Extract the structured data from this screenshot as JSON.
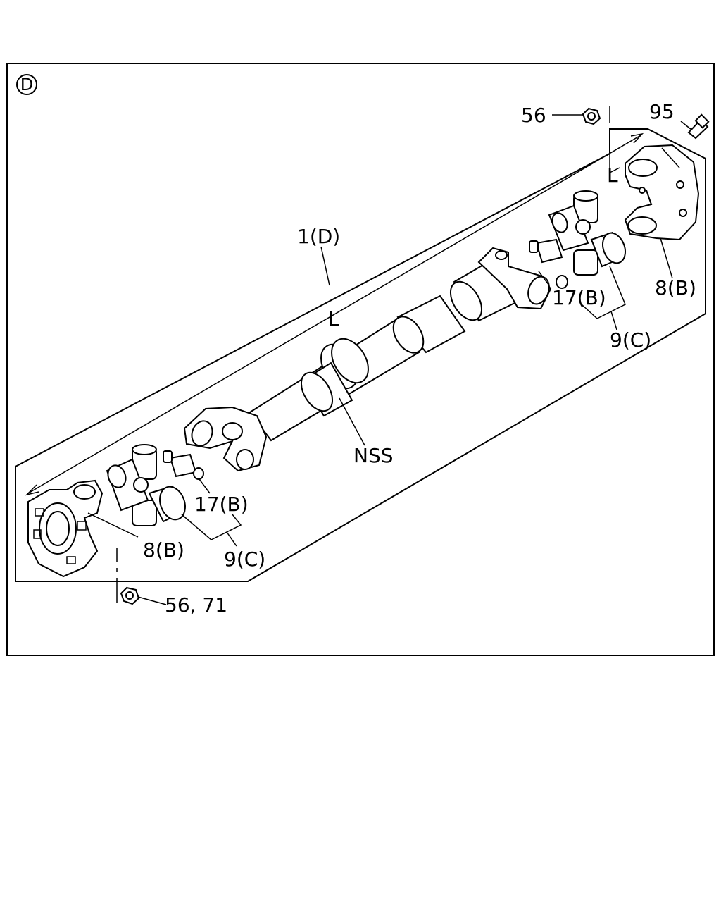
{
  "view_marker": "D",
  "labels": {
    "assembly": "1(D)",
    "length_center": "L",
    "length_right": "L",
    "nss": "NSS",
    "nut_top": "56",
    "bolt_top": "95",
    "yoke_right": "8(B)",
    "yoke_left": "8(B)",
    "fitting_right": "17(B)",
    "fitting_left": "17(B)",
    "joint_right": "9(C)",
    "joint_left": "9(C)",
    "nut_bottom": "56, 71"
  }
}
